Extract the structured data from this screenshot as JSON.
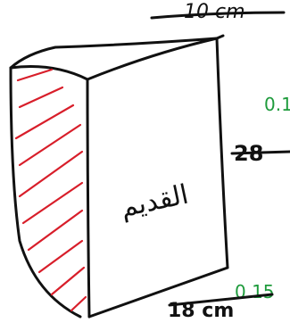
{
  "labels": {
    "top_dimension": "10 cm",
    "right_dimension": "28",
    "bottom_dimension": "18 cm",
    "front_face_text": "القديم",
    "green_top": "0.1",
    "green_bottom": "0.15"
  },
  "colors": {
    "ink": "#111111",
    "hatch": "#d81e2a",
    "annotation": "#1e9b3c",
    "background": "#ffffff"
  }
}
